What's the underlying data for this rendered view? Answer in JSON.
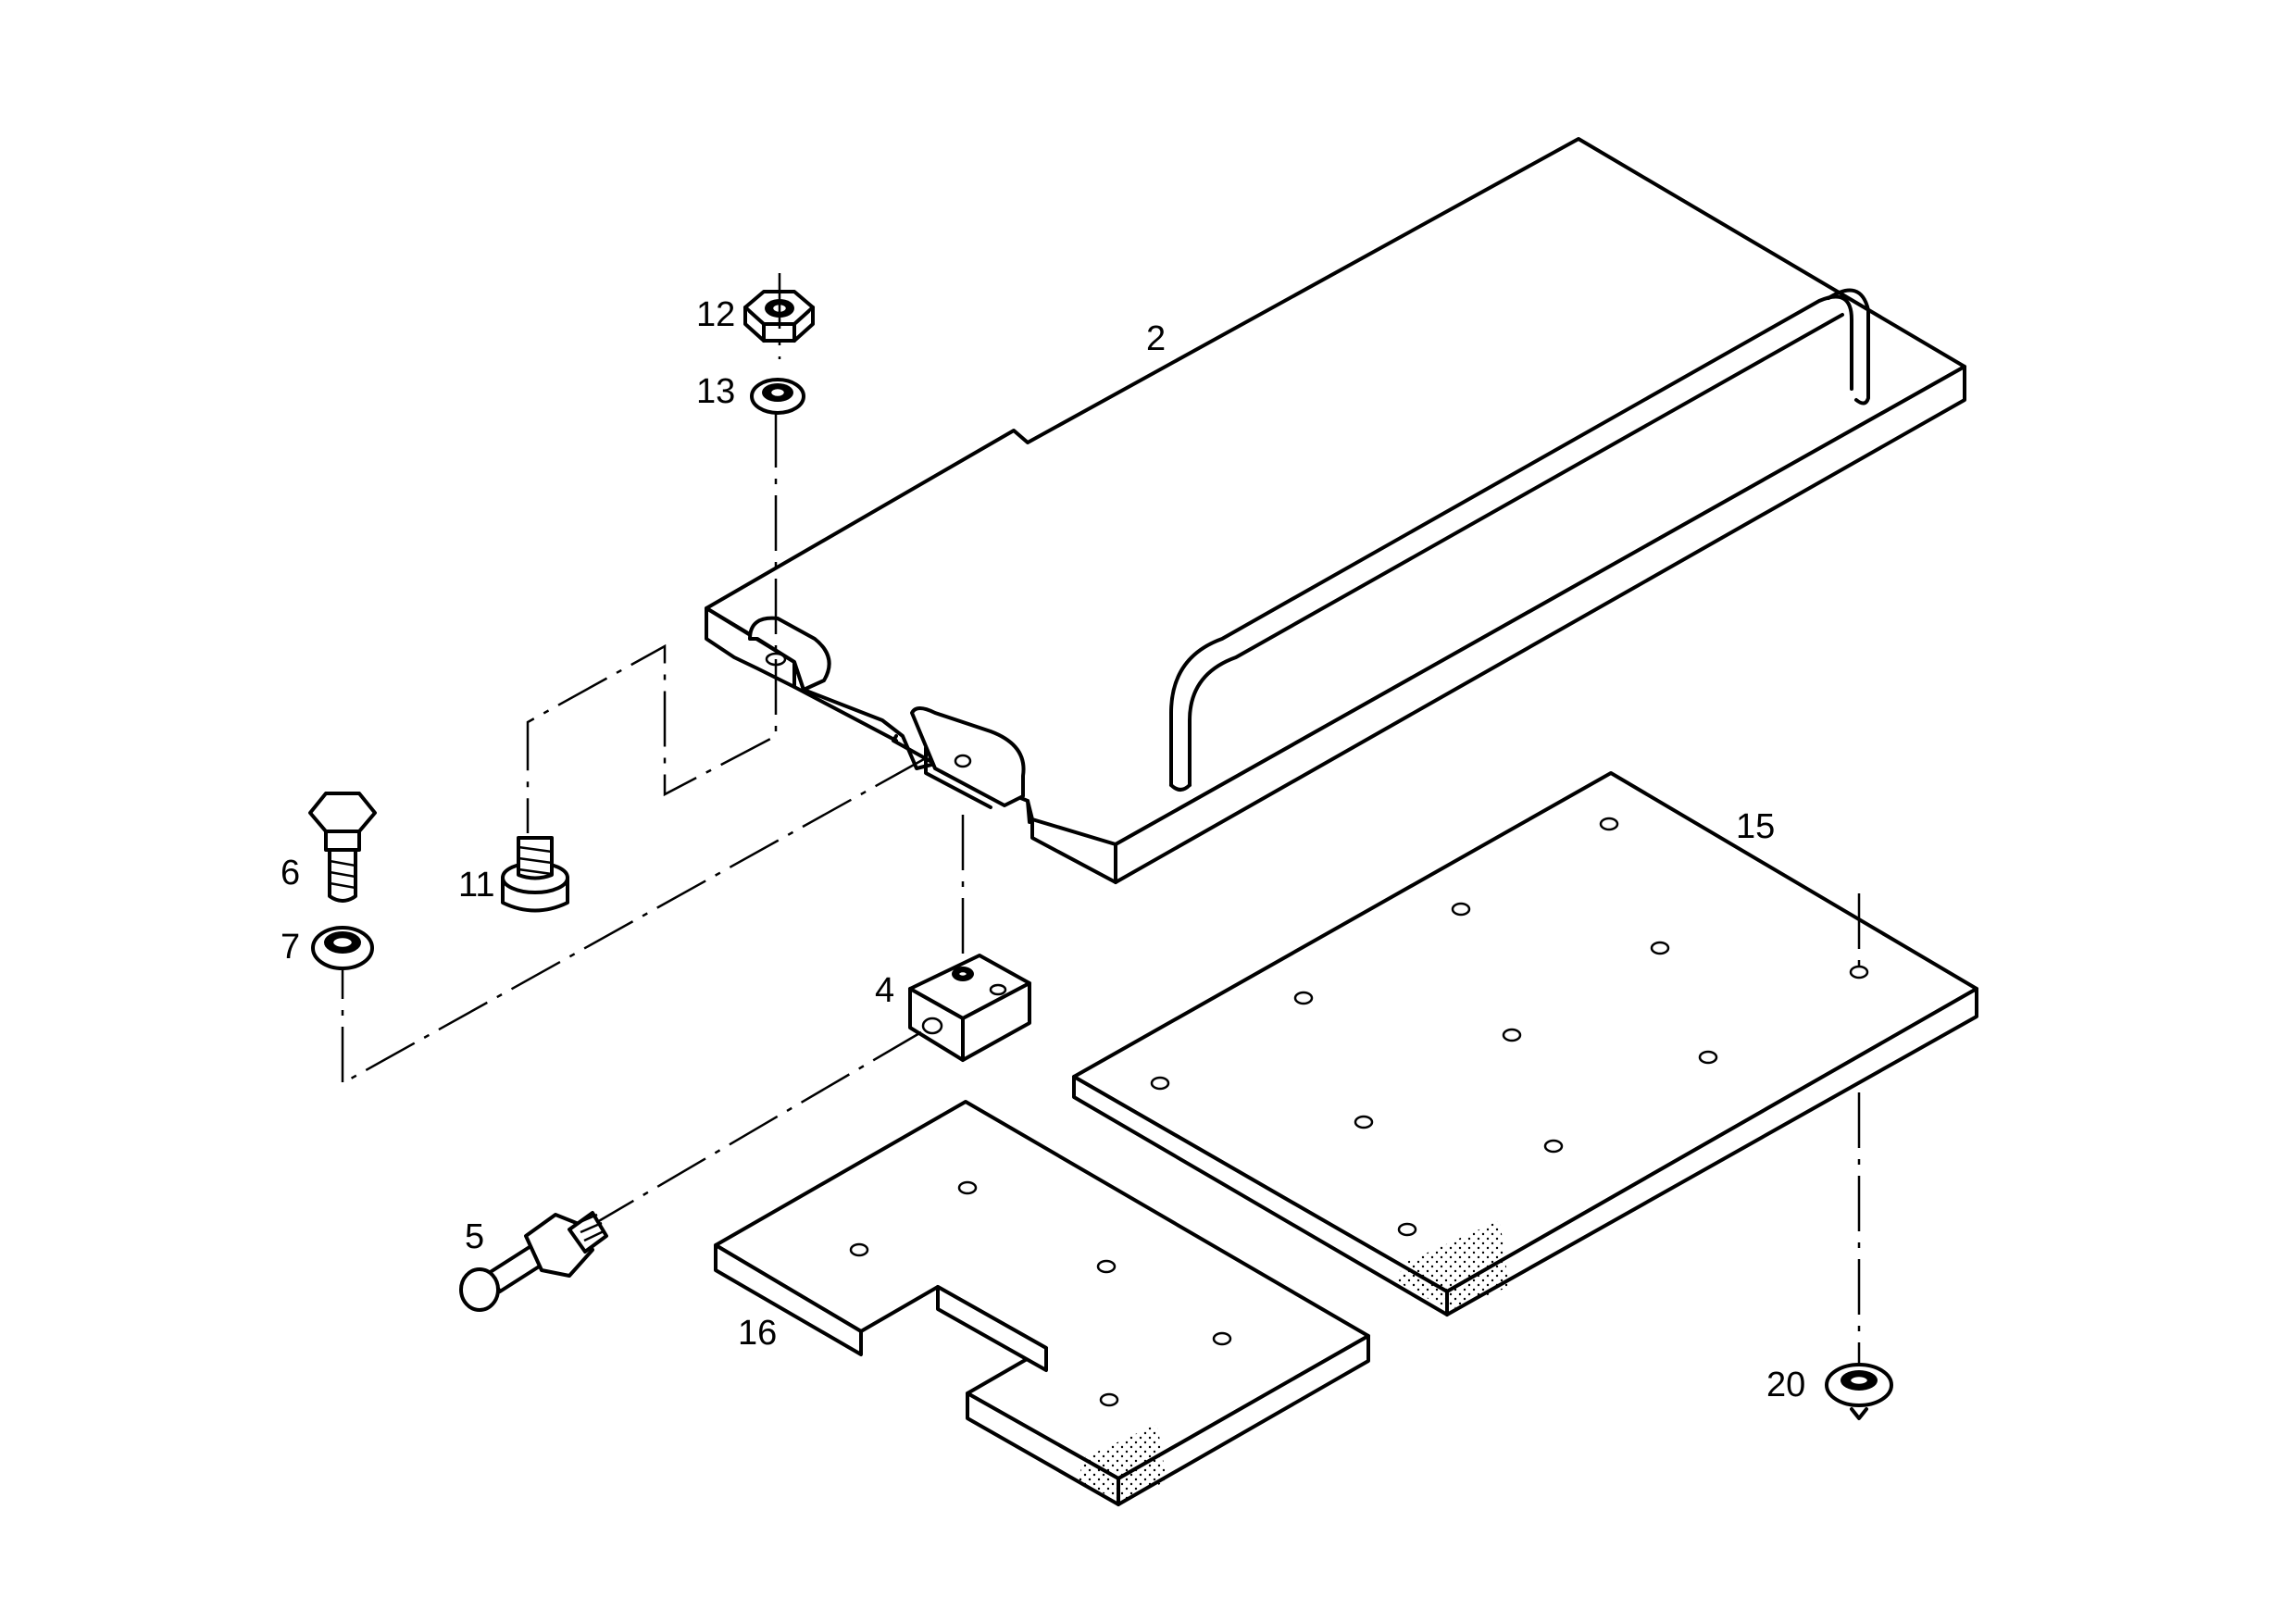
{
  "callouts": {
    "p2": "2",
    "p4": "4",
    "p5": "5",
    "p6": "6",
    "p7": "7",
    "p11": "11",
    "p12": "12",
    "p13": "13",
    "p15": "15",
    "p16": "16",
    "p20": "20"
  },
  "colors": {
    "ink": "#000000",
    "paper": "#ffffff"
  }
}
